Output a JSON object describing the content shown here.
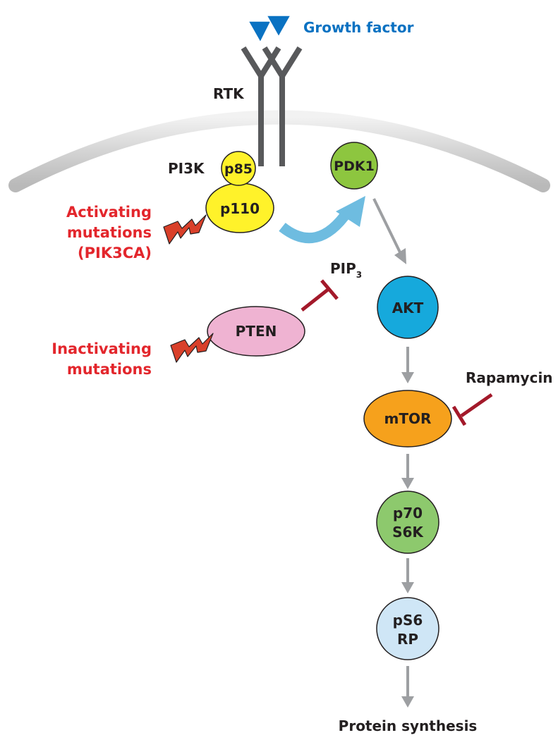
{
  "labels": {
    "growth_factor": "Growth factor",
    "rtk": "RTK",
    "pi3k": "PI3K",
    "p85": "p85",
    "p110": "p110",
    "pdk1": "PDK1",
    "activating_line1": "Activating",
    "activating_line2": "mutations",
    "activating_line3": "(PIK3CA)",
    "pip": "PIP",
    "pip_sub": "3",
    "akt": "AKT",
    "pten": "PTEN",
    "inactivating_line1": "Inactivating",
    "inactivating_line2": "mutations",
    "rapamycin": "Rapamycin",
    "mtor": "mTOR",
    "p70_line1": "p70",
    "p70_line2": "S6K",
    "ps6_line1": "pS6",
    "ps6_line2": "RP",
    "protein_synthesis": "Protein synthesis"
  },
  "colors": {
    "growth_factor": "#0a72c2",
    "mutation_red": "#e3262c",
    "inhibit_red": "#a3192a",
    "bolt": "#d9402a",
    "p85_p110": "#fff22a",
    "pdk1": "#8dc63f",
    "akt": "#16a9dc",
    "pten": "#efb3d2",
    "mtor": "#f6a11c",
    "p70": "#8dc96d",
    "ps6": "#cfe6f6",
    "arrow_gray": "#9d9fa2",
    "curved_arrow": "#6ebce0",
    "rtk_gray": "#58595b"
  }
}
